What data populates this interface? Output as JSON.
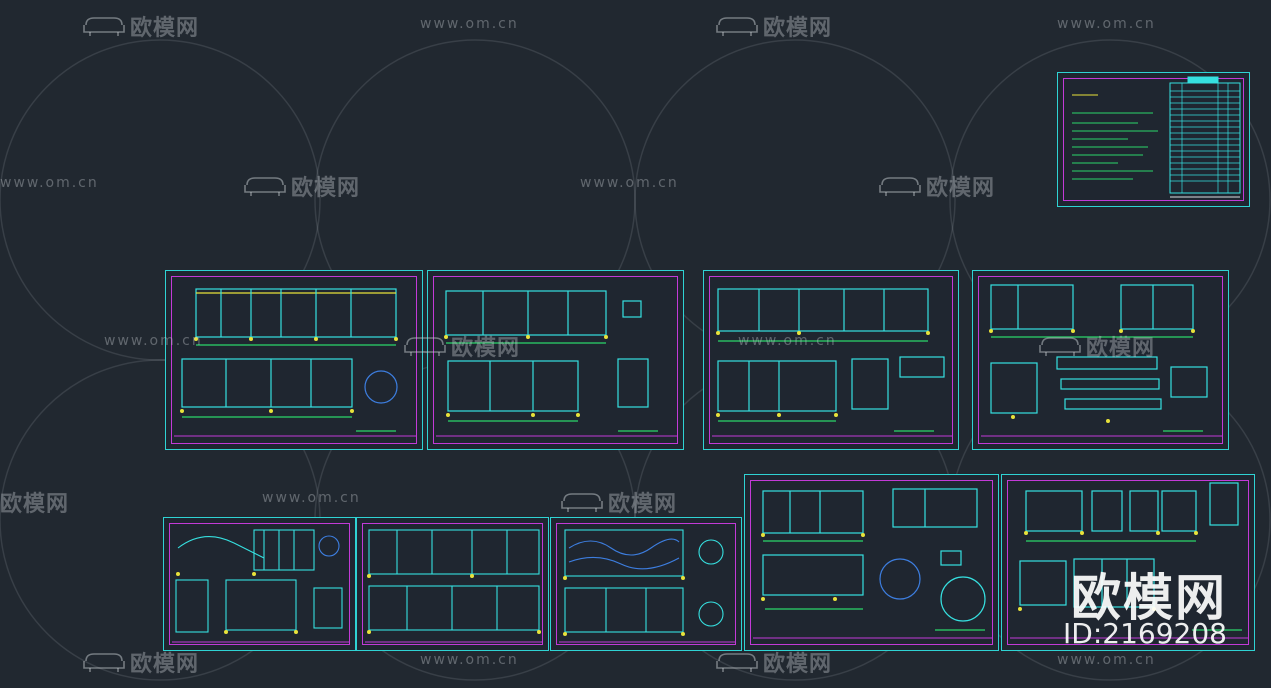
{
  "app": {
    "title": "CAD drawing preview"
  },
  "watermark": {
    "url_text": "www.om.cn",
    "brand_text": "欧模网",
    "corner_brand": "欧模网",
    "corner_id": "ID:2169208"
  },
  "colors": {
    "background": "#212830",
    "sheet_border": "#2fd3d3",
    "sheet_inner": "#c23ad8",
    "line_cyan": "#36e0e0",
    "line_yellow": "#e8e23a",
    "line_green": "#2bd66a",
    "line_white": "#d8dde2",
    "line_blue": "#3d7ee0"
  },
  "sheets": [
    {
      "id": "index",
      "kind": "index-sheet"
    },
    {
      "id": "s1",
      "kind": "elevation"
    },
    {
      "id": "s2",
      "kind": "elevation"
    },
    {
      "id": "s3",
      "kind": "elevation"
    },
    {
      "id": "s4",
      "kind": "elevation"
    },
    {
      "id": "s5",
      "kind": "detail"
    },
    {
      "id": "s6",
      "kind": "detail"
    },
    {
      "id": "s7",
      "kind": "detail"
    },
    {
      "id": "s8",
      "kind": "detail"
    },
    {
      "id": "s9",
      "kind": "detail"
    }
  ]
}
